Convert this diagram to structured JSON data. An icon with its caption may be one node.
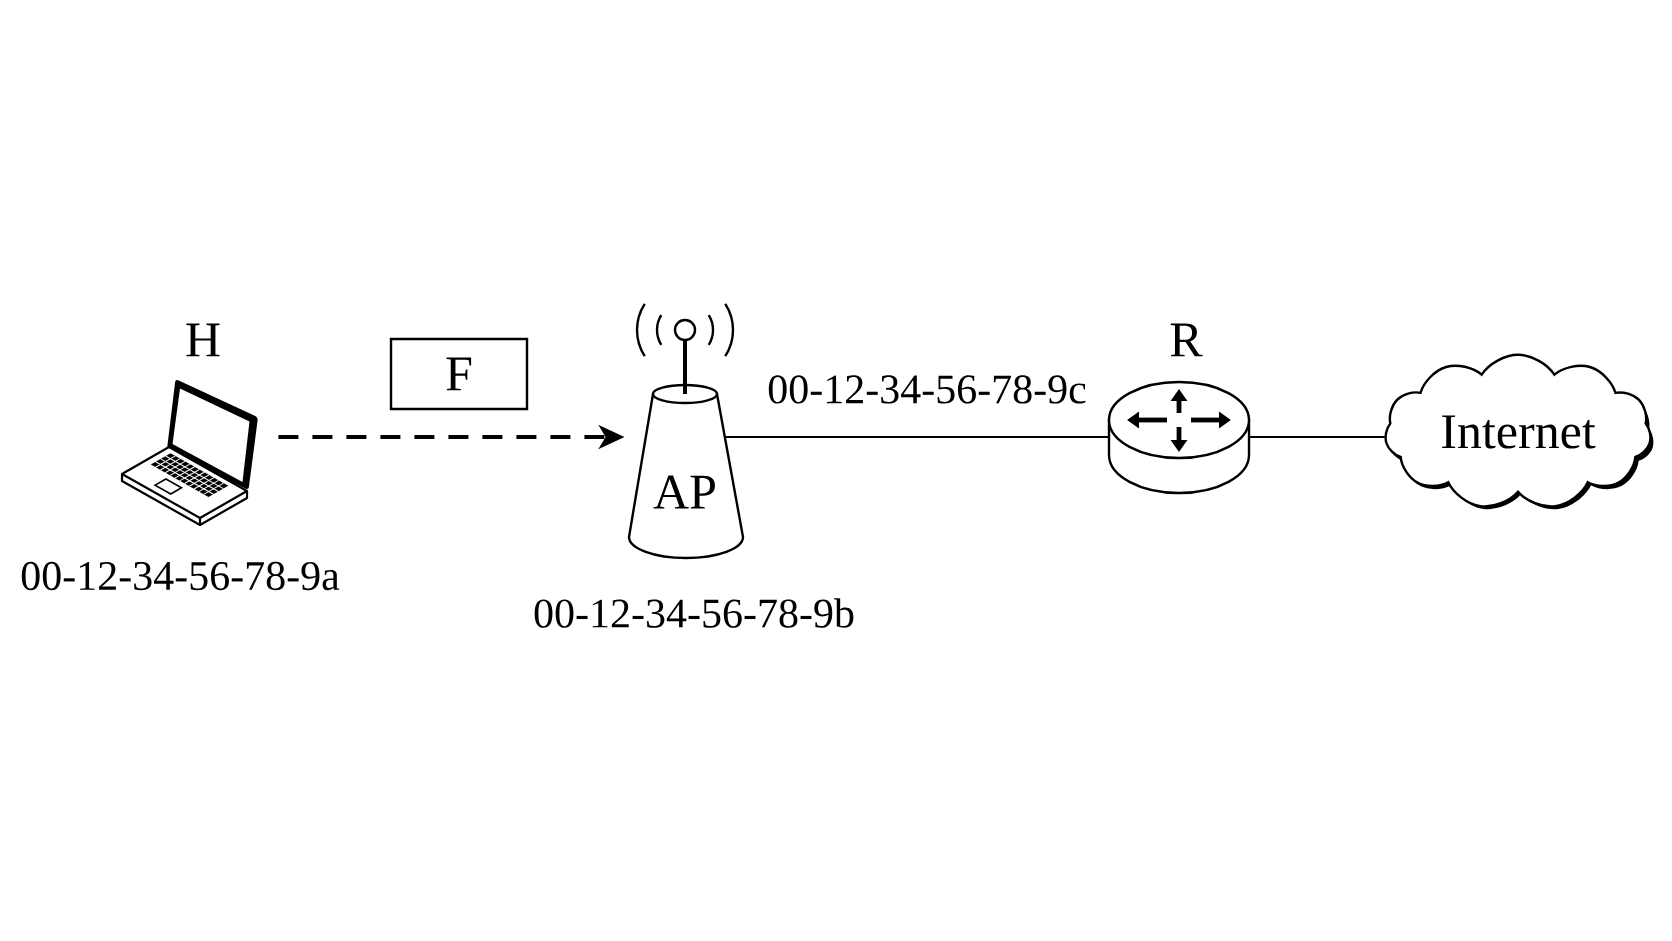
{
  "diagram": {
    "nodes": [
      {
        "text": [
          "H"
        ],
        "beside": [
          "00-12-34-56-78-9a"
        ]
      },
      {
        "text": [
          "F"
        ]
      },
      {
        "text": [
          "AP"
        ],
        "beside": [
          "00-12-34-56-78-9b"
        ]
      },
      {
        "text": [
          "R"
        ]
      },
      {
        "text": [
          "Internet"
        ]
      }
    ],
    "edges": [
      {
        "from": 0,
        "to": 2,
        "arrow": "to",
        "style": "dashed"
      },
      {
        "from": 2,
        "to": 3,
        "arrow": "none",
        "label": "00-12-34-56-78-9c"
      },
      {
        "from": 3,
        "to": 4,
        "arrow": "none"
      }
    ]
  }
}
